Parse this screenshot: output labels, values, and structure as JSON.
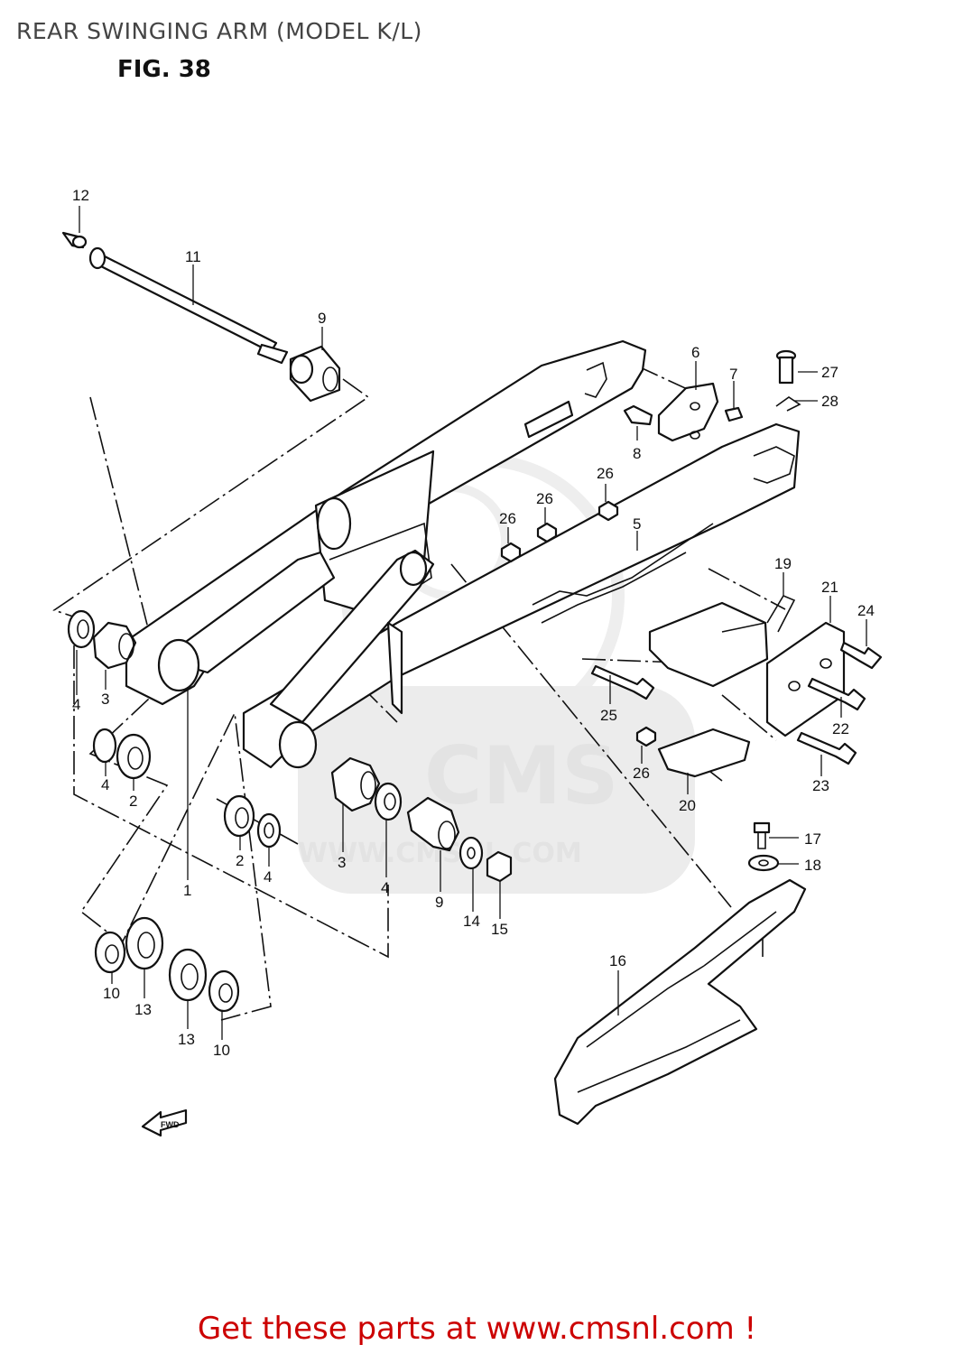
{
  "page": {
    "title": "REAR SWINGING ARM (MODEL K/L)",
    "figure": "FIG. 38"
  },
  "watermark": {
    "brand": "CMS",
    "url": "WWW.CMSNL.COM"
  },
  "callouts": [
    {
      "id": "c12",
      "label": "12"
    },
    {
      "id": "c11",
      "label": "11"
    },
    {
      "id": "c9a",
      "label": "9"
    },
    {
      "id": "c6",
      "label": "6"
    },
    {
      "id": "c7",
      "label": "7"
    },
    {
      "id": "c8",
      "label": "8"
    },
    {
      "id": "c27",
      "label": "27"
    },
    {
      "id": "c28",
      "label": "28"
    },
    {
      "id": "c26a",
      "label": "26"
    },
    {
      "id": "c26b",
      "label": "26"
    },
    {
      "id": "c26c",
      "label": "26"
    },
    {
      "id": "c5",
      "label": "5"
    },
    {
      "id": "c19",
      "label": "19"
    },
    {
      "id": "c21",
      "label": "21"
    },
    {
      "id": "c24",
      "label": "24"
    },
    {
      "id": "c4a",
      "label": "4"
    },
    {
      "id": "c3a",
      "label": "3"
    },
    {
      "id": "c25",
      "label": "25"
    },
    {
      "id": "c22",
      "label": "22"
    },
    {
      "id": "c4b",
      "label": "4"
    },
    {
      "id": "c2a",
      "label": "2"
    },
    {
      "id": "c26d",
      "label": "26"
    },
    {
      "id": "c23",
      "label": "23"
    },
    {
      "id": "c20",
      "label": "20"
    },
    {
      "id": "c17",
      "label": "17"
    },
    {
      "id": "c18",
      "label": "18"
    },
    {
      "id": "c2b",
      "label": "2"
    },
    {
      "id": "c4c",
      "label": "4"
    },
    {
      "id": "c3b",
      "label": "3"
    },
    {
      "id": "c4d",
      "label": "4"
    },
    {
      "id": "c9b",
      "label": "9"
    },
    {
      "id": "c14",
      "label": "14"
    },
    {
      "id": "c15",
      "label": "15"
    },
    {
      "id": "c1",
      "label": "1"
    },
    {
      "id": "c16",
      "label": "16"
    },
    {
      "id": "c10a",
      "label": "10"
    },
    {
      "id": "c13a",
      "label": "13"
    },
    {
      "id": "c13b",
      "label": "13"
    },
    {
      "id": "c10b",
      "label": "10"
    }
  ],
  "fwd_label": "FWD",
  "footer": {
    "text": "Get these parts at www.cmsnl.com !",
    "color": "#cc0000"
  }
}
